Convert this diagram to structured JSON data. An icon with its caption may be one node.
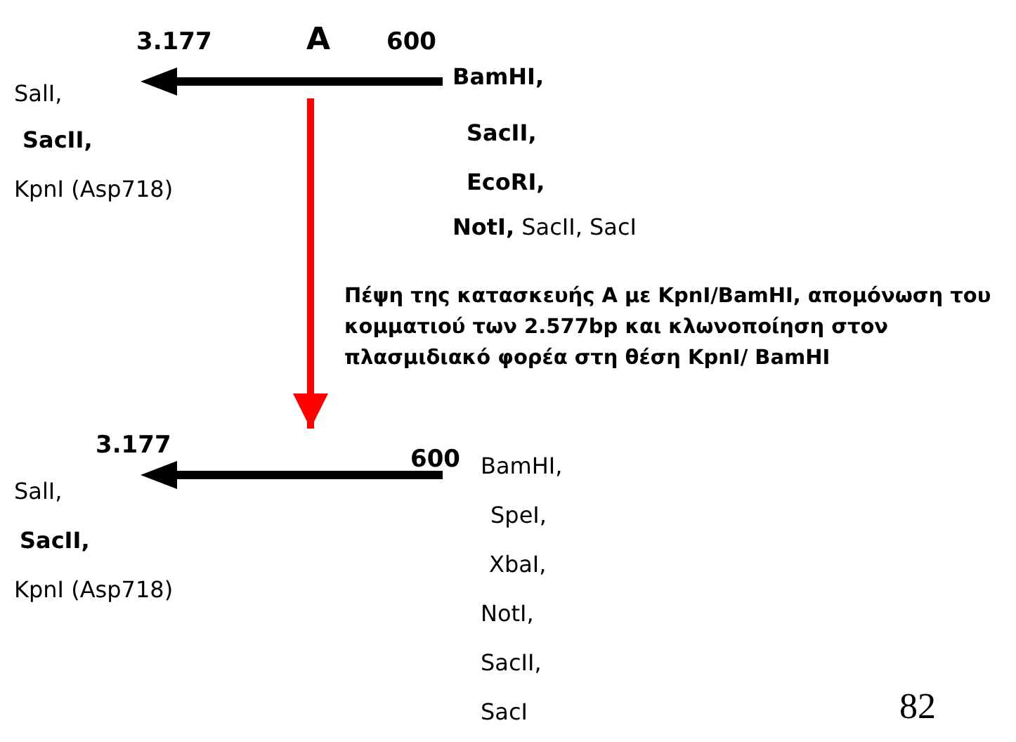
{
  "diagram": {
    "nodes": [
      {
        "text": [
          "A"
        ],
        "beside": [
          "3.177",
          "600"
        ]
      },
      {
        "text": [],
        "shape": "bar",
        "beside": [
          "3.177",
          "600"
        ]
      }
    ],
    "edges": [
      {
        "from": 0,
        "to": 1,
        "arrow": "to",
        "color": "#ff0000",
        "label": "Πέψη της κατασκευής A με KpnI/BamHI, απομόνωση του κομματιού των 2.577bp και κλωνοποίηση στον πλασμιδιακό φορέα στη θέση KpnI/ BamHI"
      }
    ],
    "labels": [
      "SalI,",
      "SacII,",
      "KpnI (Asp718)",
      "BamHI,",
      "SacII,",
      "EcoRI,",
      "**NotI,** SacII, SacI",
      "SalI,",
      "SacII,",
      "KpnI (Asp718)",
      "BamHI,",
      "SpeI,",
      "XbaI,",
      "NotI,",
      "SacII,",
      "SacI",
      "82"
    ]
  }
}
